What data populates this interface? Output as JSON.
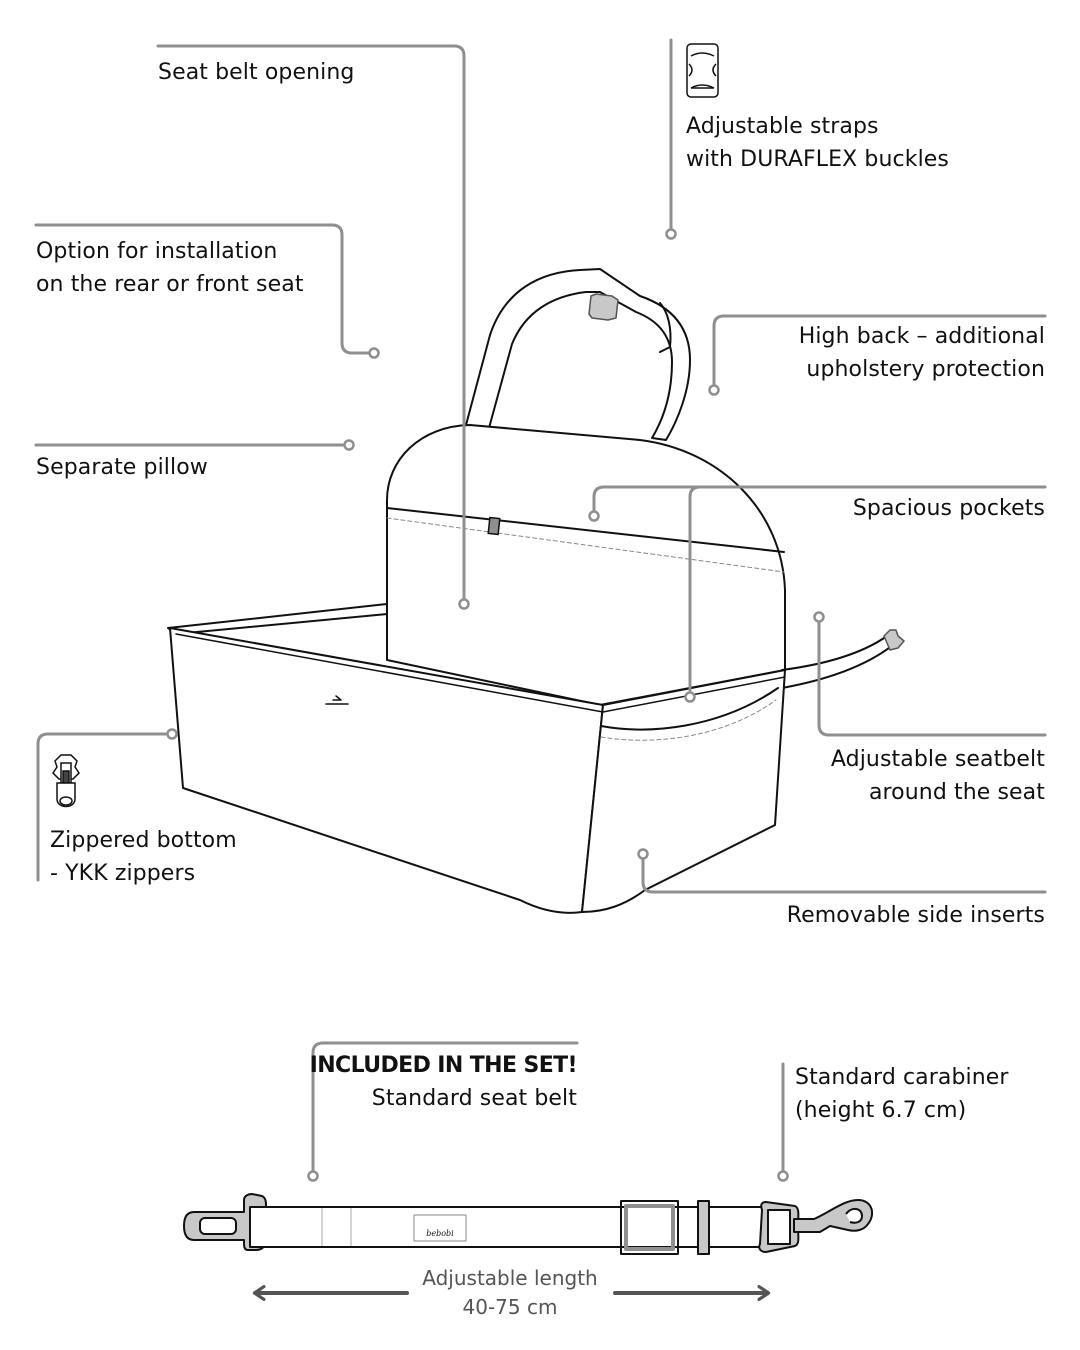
{
  "diagram": {
    "subject": "Dog car seat with standard seat belt",
    "colors": {
      "leader_line": "#8f8f8f",
      "outline": "#111111",
      "hardware_fill": "#c8c8c8",
      "measure_arrow": "#555555",
      "background": "#ffffff"
    },
    "callouts": {
      "seat_belt_opening": {
        "lines": [
          "Seat belt opening"
        ]
      },
      "adjustable_straps": {
        "lines": [
          "Adjustable straps",
          "with DURAFLEX buckles"
        ],
        "icon": "buckle-icon"
      },
      "installation_option": {
        "lines": [
          "Option for installation",
          "on the rear or front seat"
        ]
      },
      "high_back": {
        "lines": [
          "High back – additional",
          "upholstery protection"
        ]
      },
      "separate_pillow": {
        "lines": [
          "Separate pillow"
        ]
      },
      "spacious_pockets": {
        "lines": [
          "Spacious pockets"
        ]
      },
      "adjustable_seatbelt": {
        "lines": [
          "Adjustable seatbelt",
          "around the seat"
        ]
      },
      "zippered_bottom": {
        "lines": [
          "Zippered bottom",
          "- YKK zippers"
        ],
        "icon": "zipper-icon"
      },
      "removable_inserts": {
        "lines": [
          "Removable side inserts"
        ]
      },
      "included_belt": {
        "heading": "INCLUDED IN THE SET!",
        "lines": [
          "Standard seat belt"
        ]
      },
      "carabiner": {
        "lines": [
          "Standard carabiner",
          "(height 6.7 cm)"
        ]
      }
    },
    "measurement": {
      "lines": [
        "Adjustable length",
        "40-75 cm"
      ],
      "min_cm": 40,
      "max_cm": 75
    },
    "logo_text": "bebobi"
  }
}
